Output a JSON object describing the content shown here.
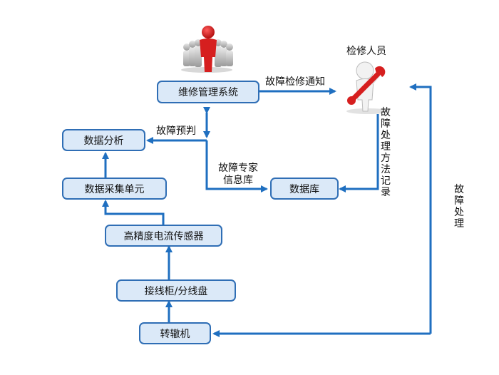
{
  "nodes": {
    "maintenance_mgmt": "维修管理系统",
    "data_analysis": "数据分析",
    "data_acquisition": "数据采集单元",
    "current_sensor": "高精度电流传感器",
    "junction_box": "接线柜/分线盘",
    "turning_gear": "转辙机",
    "database": "数据库"
  },
  "labels": {
    "repair_notice": "故障检修通知",
    "fault_prediction": "故障预判",
    "expert_info_line1": "故障专家",
    "expert_info_line2": "信息库",
    "handling_record": "故障处理方法记录",
    "fault_handling": "故障处理",
    "repair_personnel": "检修人员"
  },
  "colors": {
    "arrow": "#1f6fc0",
    "box_fill": "#dbe9f8",
    "box_border": "#2f6eb5",
    "figure_red": "#d61f1f"
  }
}
